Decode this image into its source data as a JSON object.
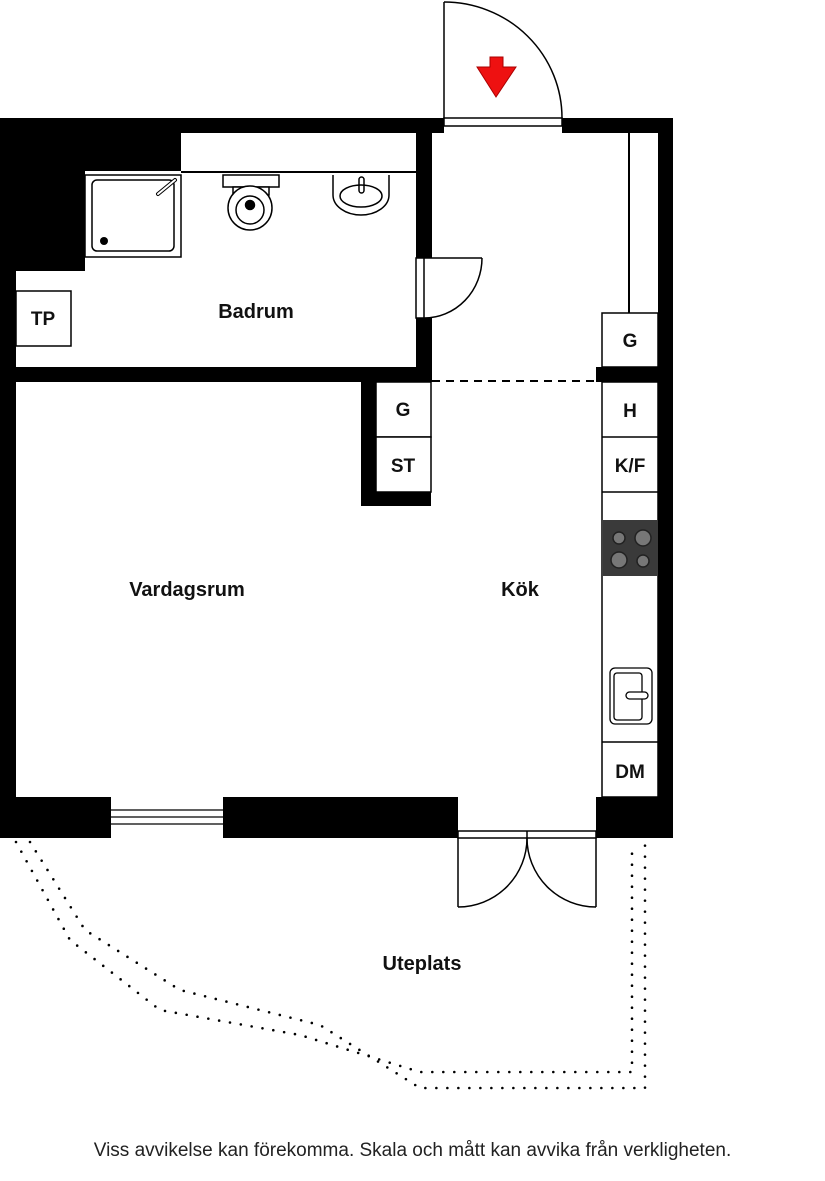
{
  "rooms": {
    "badrum": "Badrum",
    "vardagsrum": "Vardagsrum",
    "kok": "Kök",
    "uteplats": "Uteplats"
  },
  "fixtures": {
    "tp": "TP",
    "g_hall": "G",
    "g_kitchen": "G",
    "st": "ST",
    "h": "H",
    "kf": "K/F",
    "dm": "DM"
  },
  "icons": {
    "entrance": "red-arrow-down",
    "stove": "four-burner-stove",
    "sink": "kitchen-sink",
    "toilet": "toilet",
    "washbasin": "washbasin",
    "shower": "shower"
  },
  "colors": {
    "wall": "#000000",
    "entrance_arrow": "#ee1111",
    "stove": "#3a3a3a",
    "burner": "#777777"
  },
  "footer": {
    "disclaimer": "Viss avvikelse kan förekomma. Skala och mått kan avvika från verkligheten."
  }
}
